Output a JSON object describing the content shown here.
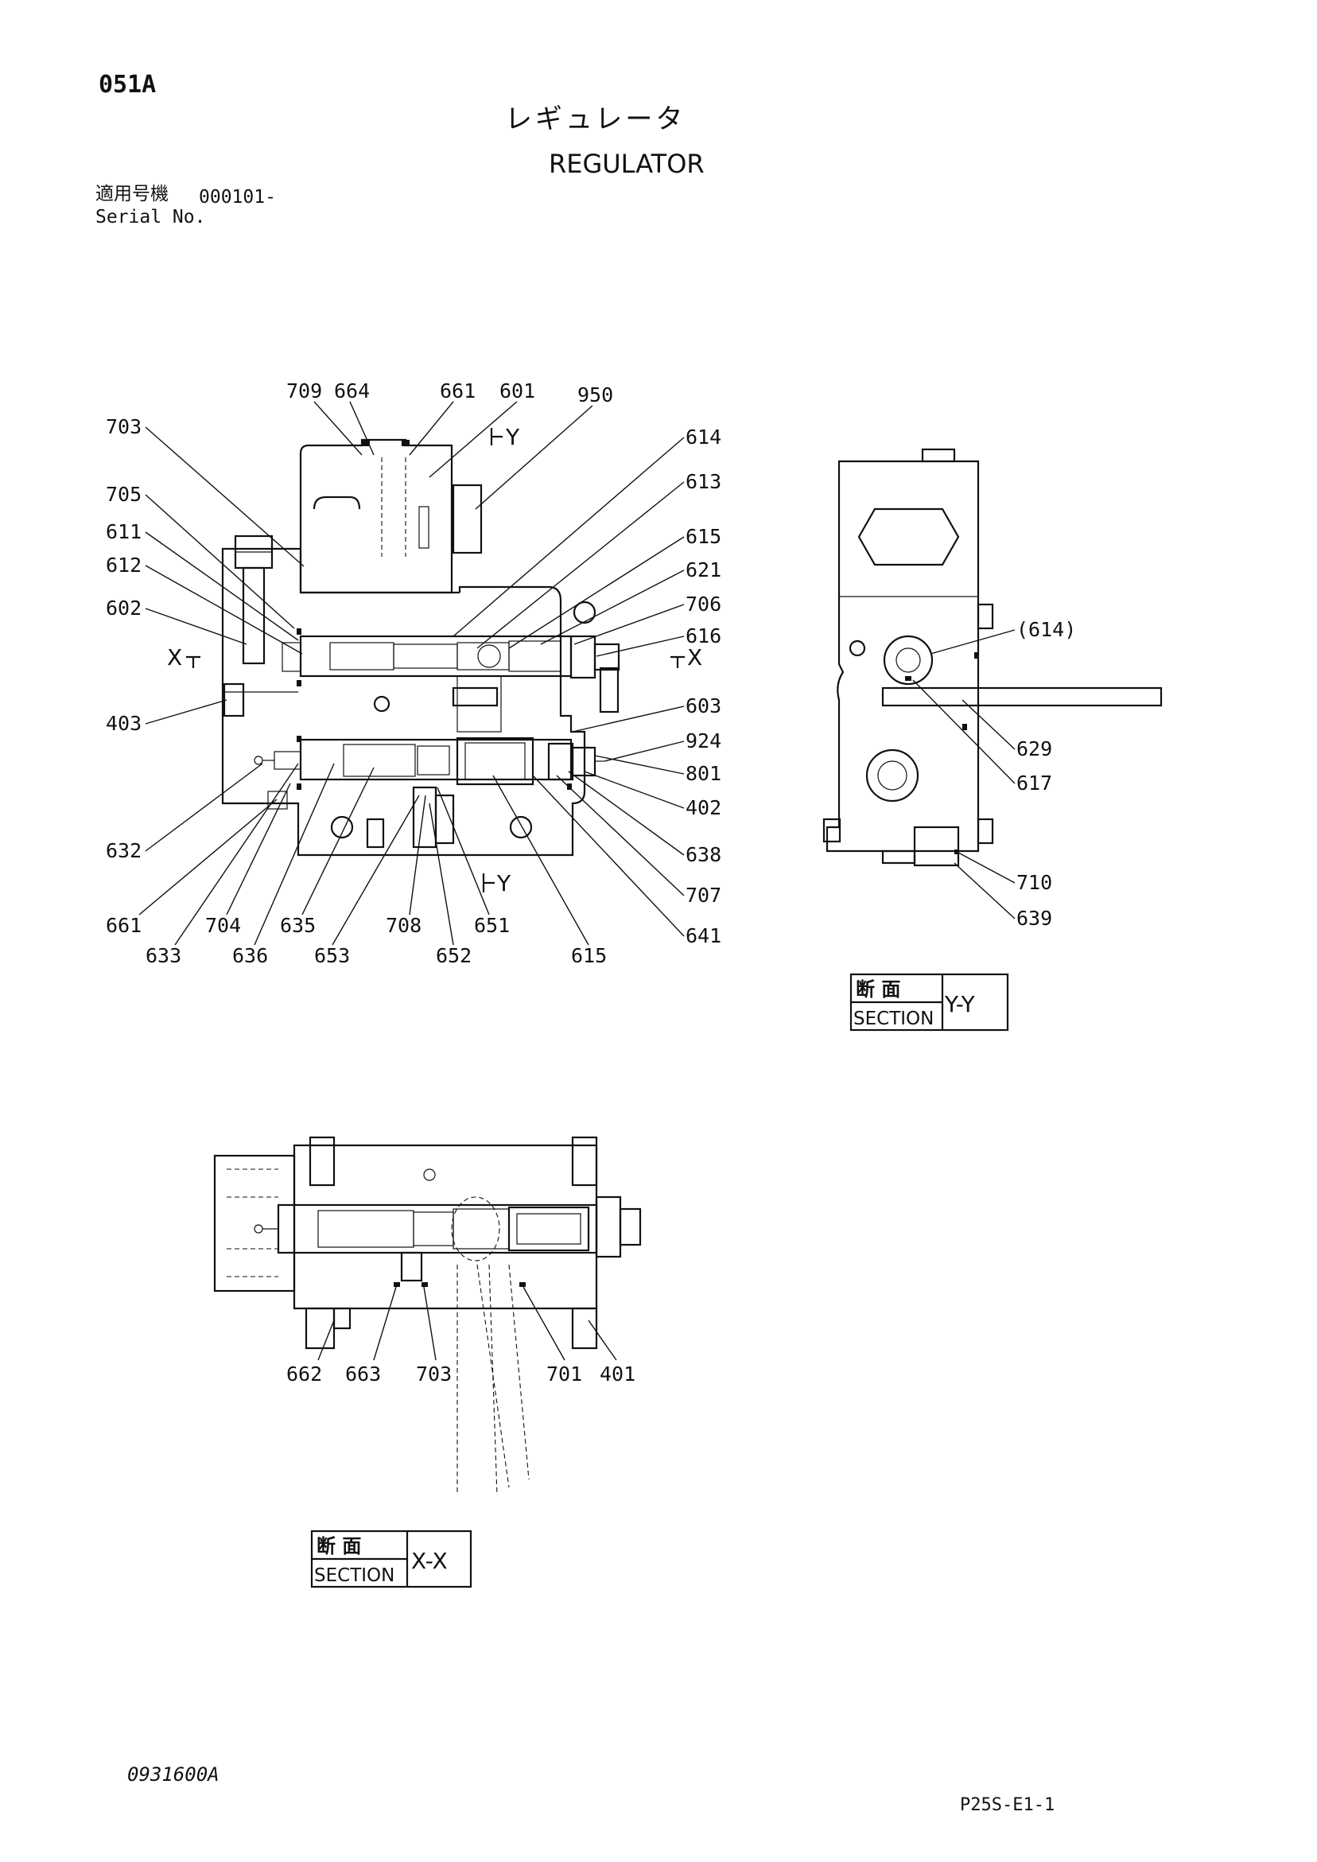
{
  "header": {
    "code": "051A",
    "title_jp": "レギュレータ",
    "title_en": "REGULATOR",
    "serial_label_jp": "適用号機",
    "serial_value": "000101-",
    "serial_label_en": "Serial No."
  },
  "main_view": {
    "labels": {
      "l709": "709",
      "l664": "664",
      "l661a": "661",
      "l601": "601",
      "l950": "950",
      "l703": "703",
      "l705": "705",
      "l611": "611",
      "l612": "612",
      "l602": "602",
      "l403": "403",
      "l632": "632",
      "l661b": "661",
      "l633": "633",
      "l704": "704",
      "l636": "636",
      "l635": "635",
      "l653": "653",
      "l708": "708",
      "l652": "652",
      "l651": "651",
      "l615b": "615",
      "l614": "614",
      "l613": "613",
      "l615a": "615",
      "l621": "621",
      "l706": "706",
      "l616": "616",
      "l603": "603",
      "l924": "924",
      "l801": "801",
      "l402": "402",
      "l638": "638",
      "l707": "707",
      "l641": "641"
    },
    "markers": {
      "y_top": "Y",
      "y_bottom": "Y",
      "x_left": "X",
      "x_right": "X"
    }
  },
  "section_yy": {
    "labels": {
      "l614": "(614)",
      "l629": "629",
      "l617": "617",
      "l710": "710",
      "l639": "639"
    },
    "box": {
      "jp": "断 面",
      "en": "SECTION",
      "id": "Y-Y"
    }
  },
  "section_xx": {
    "labels": {
      "l662": "662",
      "l663": "663",
      "l703": "703",
      "l701": "701",
      "l401": "401"
    },
    "box": {
      "jp": "断 面",
      "en": "SECTION",
      "id": "X-X"
    }
  },
  "footer": {
    "doc_number": "0931600A",
    "page_ref": "P25S-E1-1"
  }
}
